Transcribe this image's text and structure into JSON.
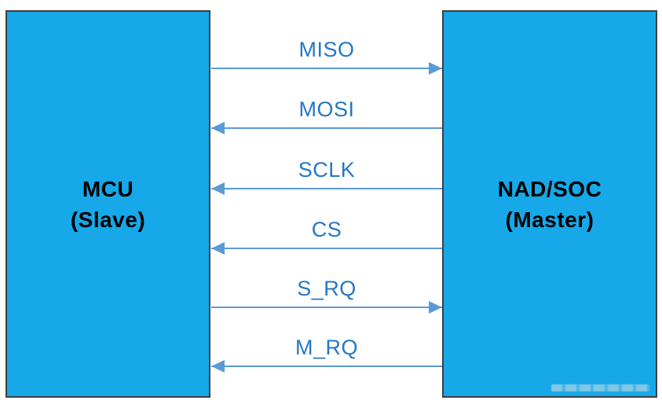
{
  "diagram": {
    "left_box": {
      "title": "MCU",
      "subtitle": "(Slave)"
    },
    "right_box": {
      "title": "NAD/SOC",
      "subtitle": "(Master)"
    },
    "signals": [
      {
        "label": "MISO",
        "direction": "right",
        "from": "MCU",
        "to": "NAD/SOC"
      },
      {
        "label": "MOSI",
        "direction": "left",
        "from": "NAD/SOC",
        "to": "MCU"
      },
      {
        "label": "SCLK",
        "direction": "left",
        "from": "NAD/SOC",
        "to": "MCU"
      },
      {
        "label": "CS",
        "direction": "left",
        "from": "NAD/SOC",
        "to": "MCU"
      },
      {
        "label": "S_RQ",
        "direction": "right",
        "from": "MCU",
        "to": "NAD/SOC"
      },
      {
        "label": "M_RQ",
        "direction": "left",
        "from": "NAD/SOC",
        "to": "MCU"
      }
    ],
    "colors": {
      "background": "#ffffff",
      "box_fill": "#16a8e8",
      "box_border": "#3f3f3f",
      "box_text": "#000000",
      "arrow": "#5b9bd5",
      "label_text": "#2577c4"
    }
  }
}
